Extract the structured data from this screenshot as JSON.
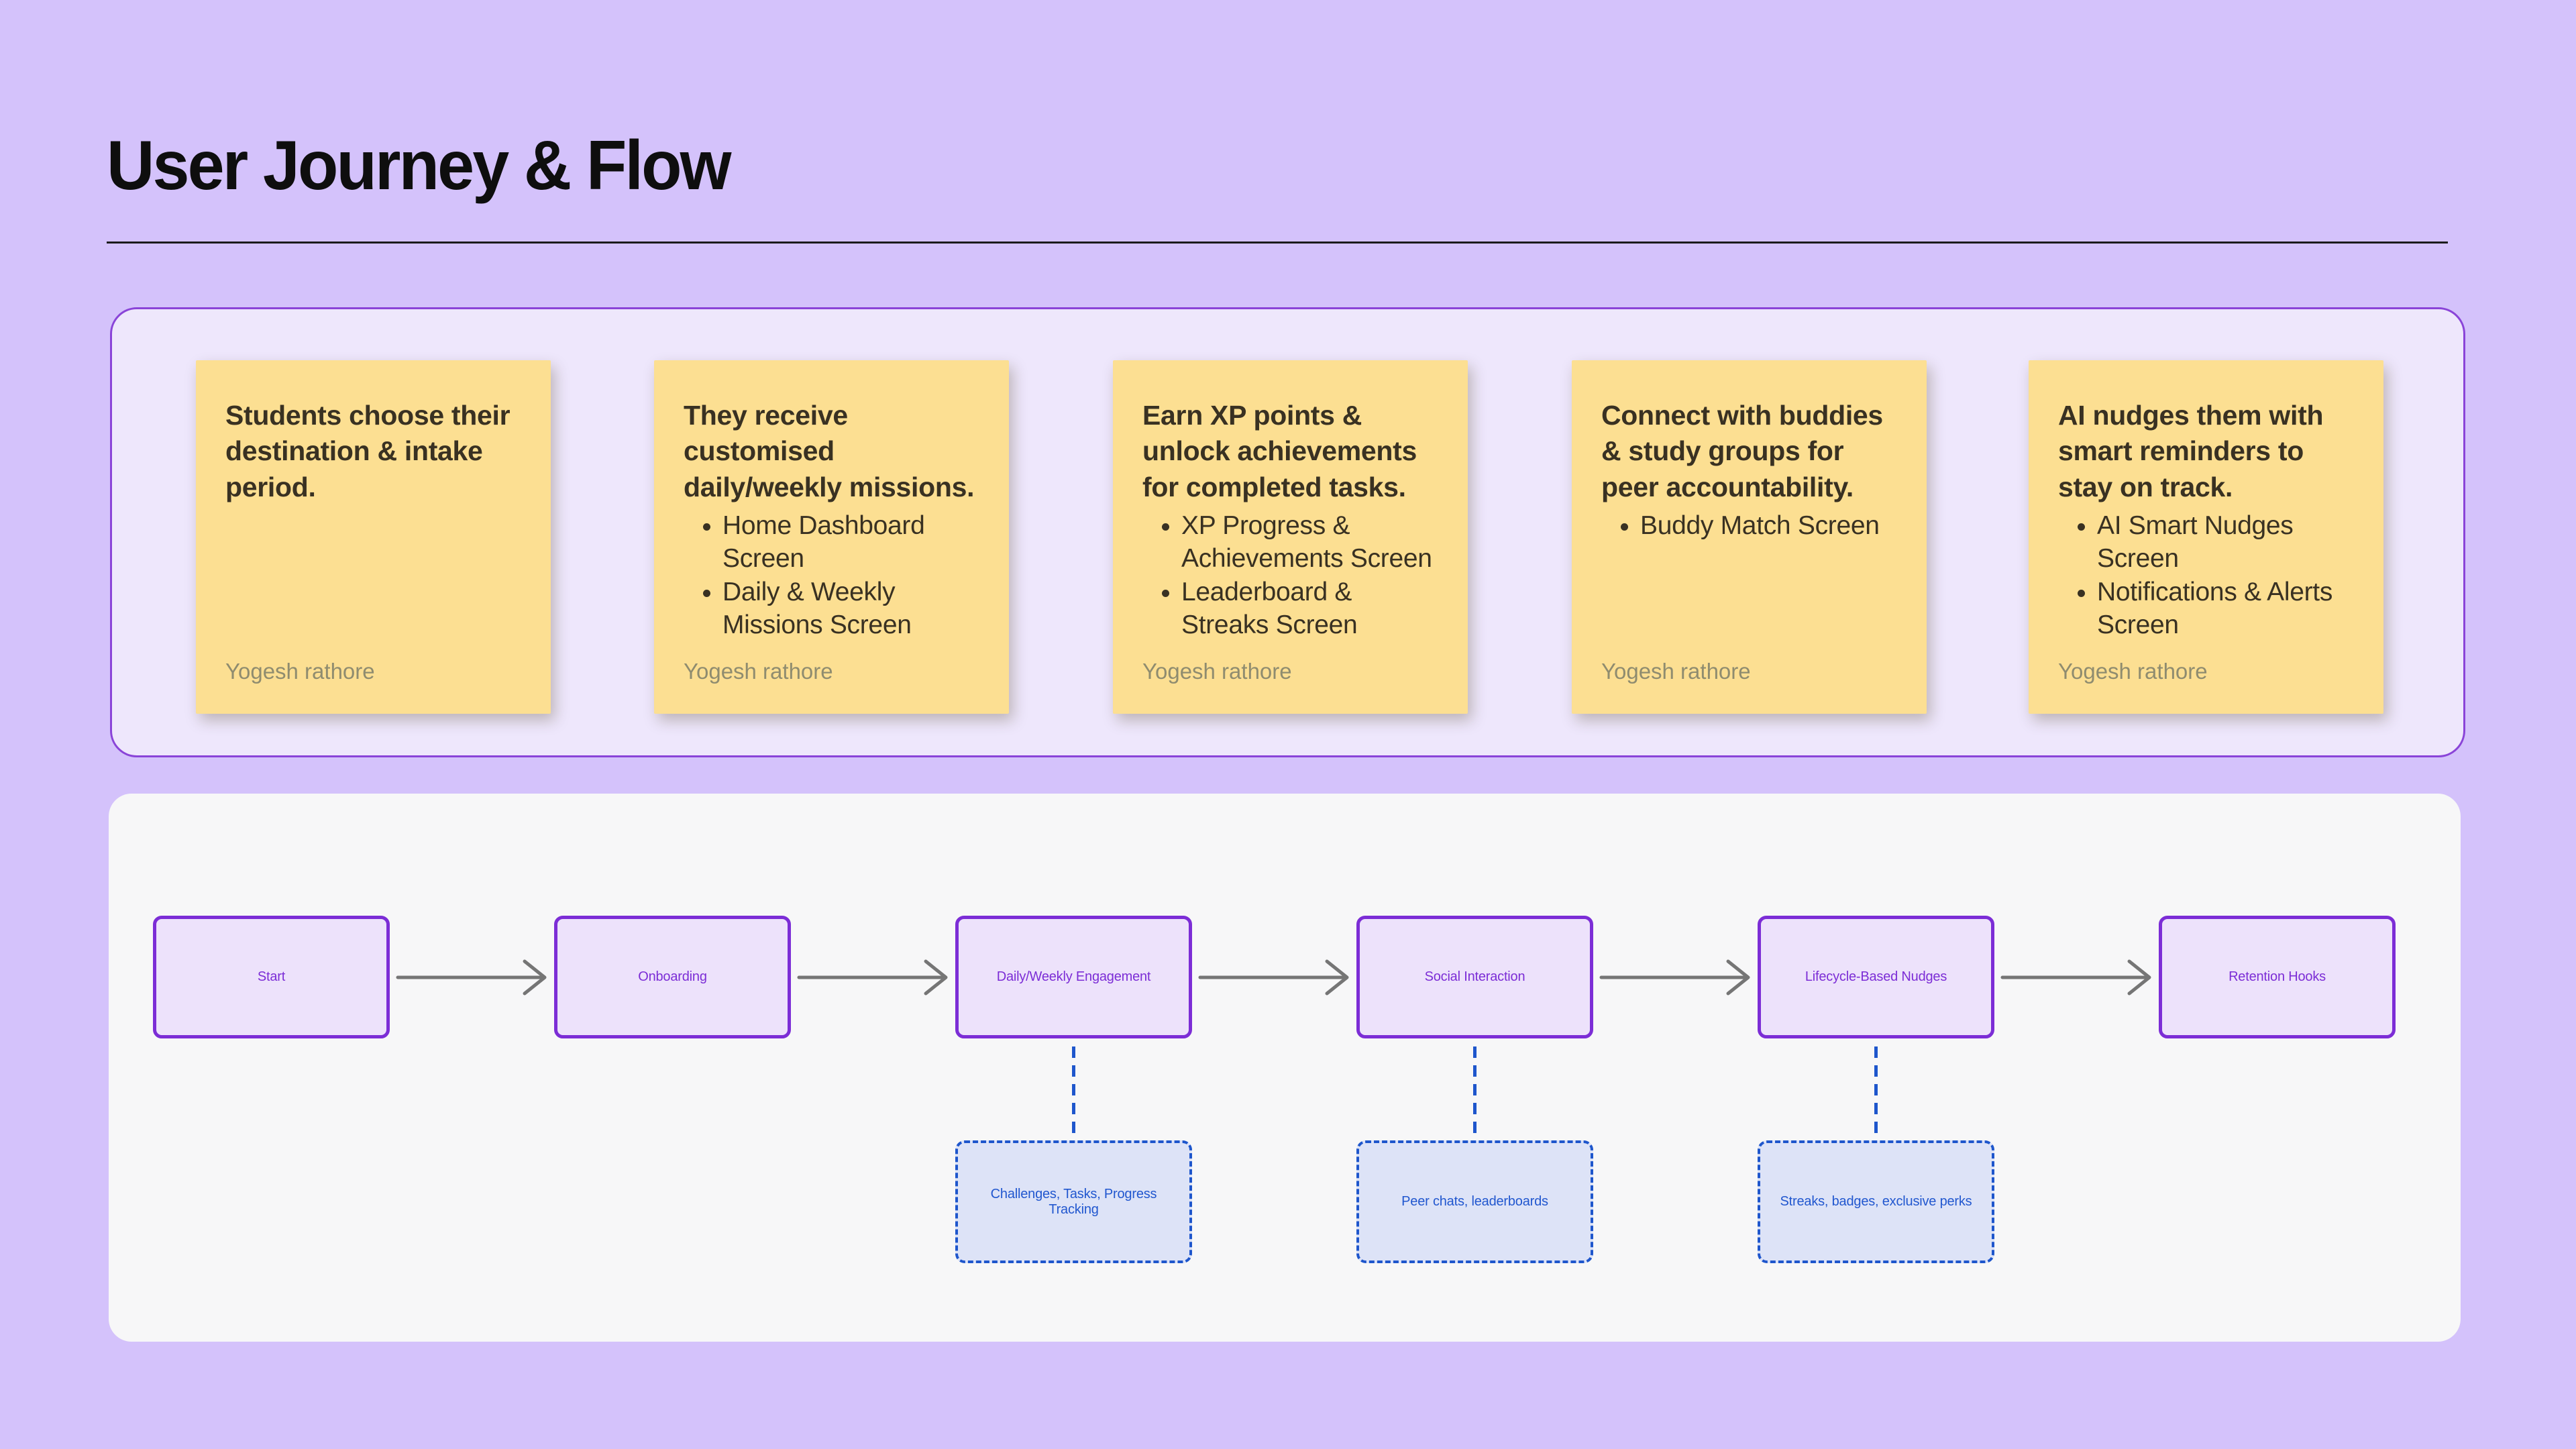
{
  "page": {
    "title": "User Journey & Flow"
  },
  "notes_panel": {
    "notes": [
      {
        "title": "Students choose their destination & intake period.",
        "bullets": [],
        "author": "Yogesh rathore"
      },
      {
        "title": "They receive customised daily/weekly missions.",
        "bullets": [
          "Home Dashboard Screen",
          "Daily & Weekly Missions Screen"
        ],
        "author": "Yogesh rathore"
      },
      {
        "title": "Earn XP points & unlock achievements for completed tasks.",
        "bullets": [
          "XP Progress & Achievements Screen",
          "Leaderboard & Streaks Screen"
        ],
        "author": "Yogesh rathore"
      },
      {
        "title": "Connect with buddies & study groups for peer accountability.",
        "bullets": [
          "Buddy Match Screen"
        ],
        "author": "Yogesh rathore"
      },
      {
        "title": "AI nudges them with smart reminders to stay on track.",
        "bullets": [
          "AI Smart Nudges Screen",
          "Notifications & Alerts Screen"
        ],
        "author": "Yogesh rathore"
      }
    ]
  },
  "flow_panel": {
    "nodes": [
      "Start",
      "Onboarding",
      "Daily/Weekly Engagement",
      "Social Interaction",
      "Lifecycle-Based Nudges",
      "Retention Hooks"
    ],
    "subnodes": [
      "Challenges, Tasks, Progress Tracking",
      "Peer chats, leaderboards",
      "Streaks, badges, exclusive perks"
    ]
  },
  "colors": {
    "page_bg": "#d4c2fb",
    "title_text": "#0e0e0e",
    "notes_panel_bg": "#eee7fc",
    "notes_panel_border": "#8a44d8",
    "note_bg": "#fcdf92",
    "note_text": "#393122",
    "note_author": "#8f8c6f",
    "flow_panel_bg": "#f7f7f8",
    "node_bg": "#ede2fb",
    "node_border": "#7c2dd6",
    "node_text": "#7c2dd6",
    "arrow": "#757575",
    "subnode_bg": "#dde3f7",
    "subnode_border": "#1e56cc",
    "subnode_text": "#2157cf"
  }
}
